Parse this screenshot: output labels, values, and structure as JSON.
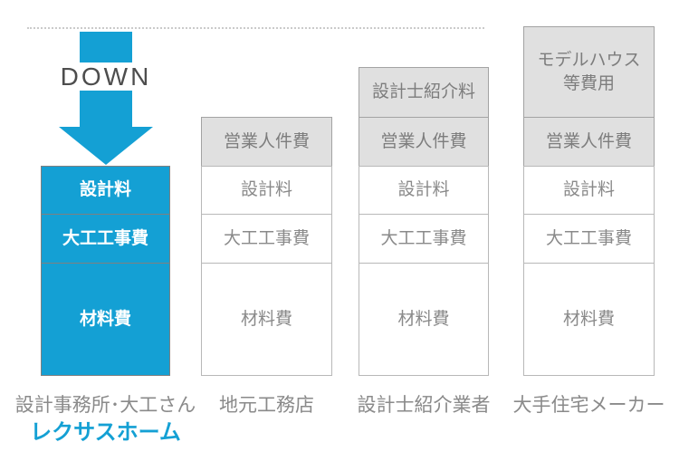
{
  "colors": {
    "accent": "#14A0D4",
    "overhead_cell_bg": "#E0E0E0",
    "cell_border": "#B8B8B8",
    "text_gray": "#8A8A8A"
  },
  "arrow": {
    "label": "DOWN"
  },
  "chart_data": {
    "type": "table",
    "description": "Cost-structure comparison of four home providers; stacked cost boxes, shared baseline, dotted line marks the highest (original) price level; DOWN arrow shows price reduction for the highlighted provider."
  },
  "columns": [
    {
      "label": "設計事務所･大工さん",
      "sublabel": "レクサスホーム",
      "highlight": true,
      "cells": [
        {
          "text": "設計料",
          "style": "accent",
          "height": 54
        },
        {
          "text": "大工工事費",
          "style": "accent",
          "height": 55
        },
        {
          "text": "材料費",
          "style": "accent",
          "height": 125
        }
      ]
    },
    {
      "label": "地元工務店",
      "sublabel": "",
      "highlight": false,
      "cells": [
        {
          "text": "営業人件費",
          "style": "overhead",
          "height": 55
        },
        {
          "text": "設計料",
          "style": "base",
          "height": 54
        },
        {
          "text": "大工工事費",
          "style": "base",
          "height": 55
        },
        {
          "text": "材料費",
          "style": "base",
          "height": 125
        }
      ]
    },
    {
      "label": "設計士紹介業者",
      "sublabel": "",
      "highlight": false,
      "cells": [
        {
          "text": "設計士紹介料",
          "style": "overhead",
          "height": 56
        },
        {
          "text": "営業人件費",
          "style": "overhead",
          "height": 55
        },
        {
          "text": "設計料",
          "style": "base",
          "height": 54
        },
        {
          "text": "大工工事費",
          "style": "base",
          "height": 55
        },
        {
          "text": "材料費",
          "style": "base",
          "height": 125
        }
      ]
    },
    {
      "label": "大手住宅メーカー",
      "sublabel": "",
      "highlight": false,
      "cells": [
        {
          "text": "モデルハウス\n等費用",
          "style": "overhead",
          "height": 101
        },
        {
          "text": "営業人件費",
          "style": "overhead",
          "height": 55
        },
        {
          "text": "設計料",
          "style": "base",
          "height": 54
        },
        {
          "text": "大工工事費",
          "style": "base",
          "height": 55
        },
        {
          "text": "材料費",
          "style": "base",
          "height": 125
        }
      ]
    }
  ]
}
